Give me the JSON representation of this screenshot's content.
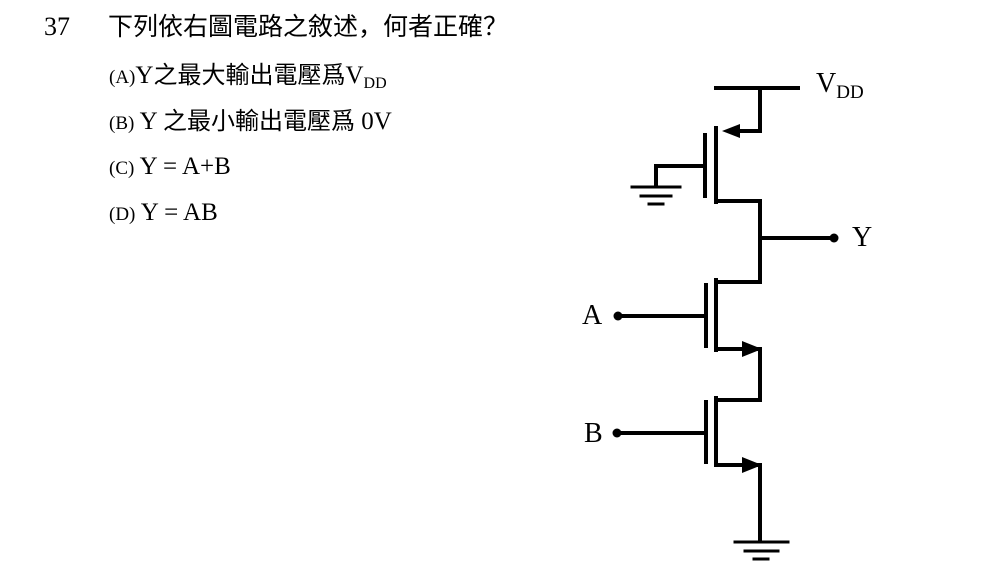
{
  "question": {
    "number": "37",
    "text": "下列依右圖電路之敘述，何者正確？"
  },
  "options": [
    {
      "label": "(A)",
      "text_parts": [
        "Y",
        "之最大輸出電壓爲",
        "V",
        "DD"
      ]
    },
    {
      "label": "(B)",
      "text_parts": [
        " Y ",
        "之最小輸出電壓爲",
        " 0V"
      ]
    },
    {
      "label": "(C)",
      "text": " Y = A+B"
    },
    {
      "label": "(D)",
      "text": " Y = AB"
    }
  ],
  "circuit": {
    "vdd_main": "V",
    "vdd_sub": "DD",
    "output_label": "Y",
    "input_a_label": "A",
    "input_b_label": "B"
  }
}
